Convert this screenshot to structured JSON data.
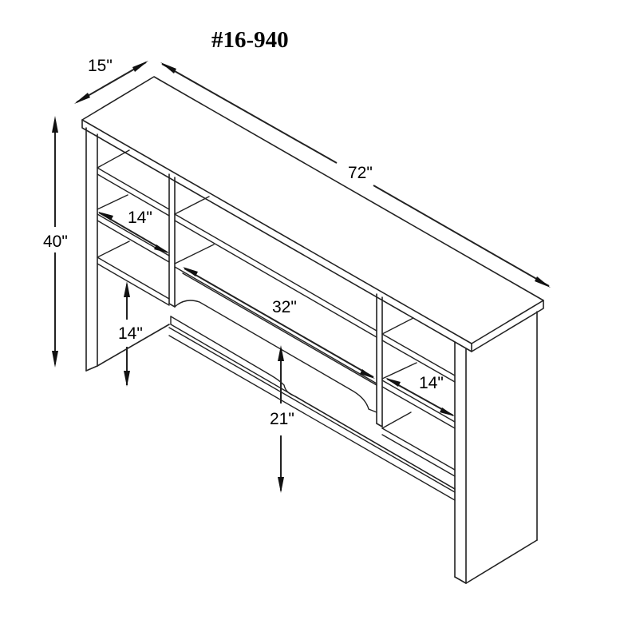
{
  "title": "#16-940",
  "dimensions": {
    "depth": "15\"",
    "width": "72\"",
    "height": "40\"",
    "left_cubby_width": "14\"",
    "left_clearance_height": "14\"",
    "center_shelf_width": "32\"",
    "right_cubby_width": "14\"",
    "center_clearance_height": "21\""
  },
  "colors": {
    "line": "#222222",
    "background": "#ffffff"
  }
}
